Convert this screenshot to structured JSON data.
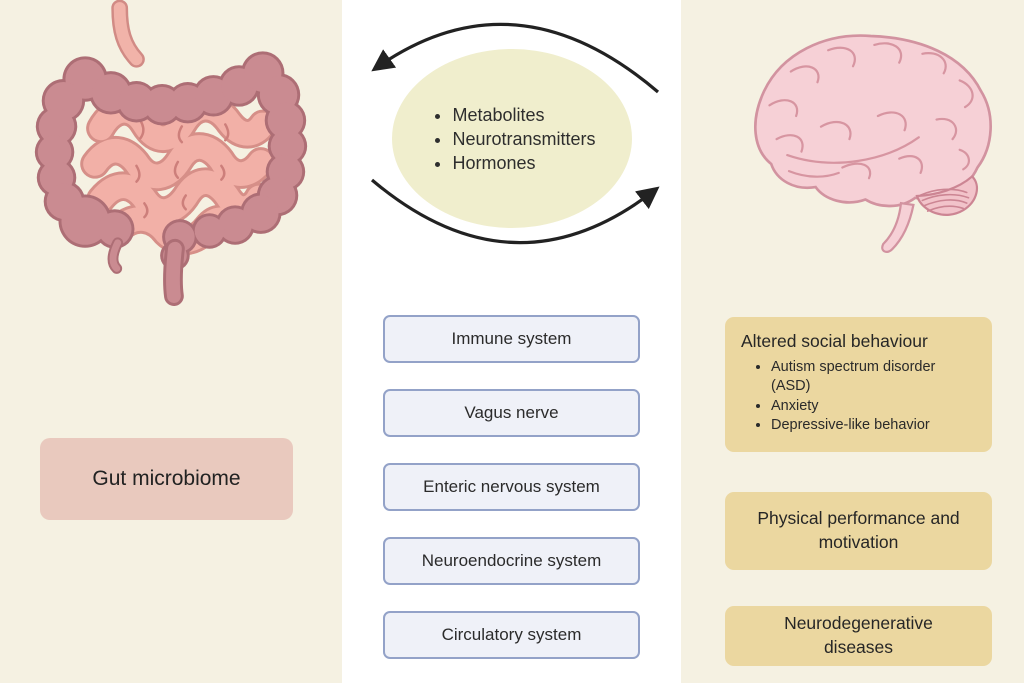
{
  "left_panel": {
    "illustration": "gut-intestines",
    "label": "Gut microbiome"
  },
  "center_panel": {
    "signals": [
      "Metabolites",
      "Neurotransmitters",
      "Hormones"
    ],
    "pathways": [
      "Immune system",
      "Vagus nerve",
      "Enteric nervous system",
      "Neuroendocrine system",
      "Circulatory system"
    ]
  },
  "right_panel": {
    "illustration": "brain",
    "outcomes": [
      {
        "title": "Altered social behaviour",
        "bullets": [
          "Autism spectrum disorder (ASD)",
          "Anxiety",
          "Depressive-like behavior"
        ]
      },
      {
        "title": "Physical performance and motivation",
        "bullets": []
      },
      {
        "title": "Neurodegenerative diseases",
        "bullets": []
      }
    ]
  },
  "palette": {
    "panel_cream": "#f5f1e2",
    "center_white": "#ffffff",
    "signal_ellipse": "#f0eecd",
    "pathway_box_fill": "#eff1f8",
    "pathway_box_border": "#93a2c8",
    "gut_label_box": "#e9c9be",
    "outcome_box": "#ebd7a0",
    "arrow": "#222222",
    "intestine_dark": "#ca8b91",
    "intestine_light": "#f2b0a7",
    "brain_fill": "#f6d0d6",
    "brain_outline": "#d293a0"
  }
}
